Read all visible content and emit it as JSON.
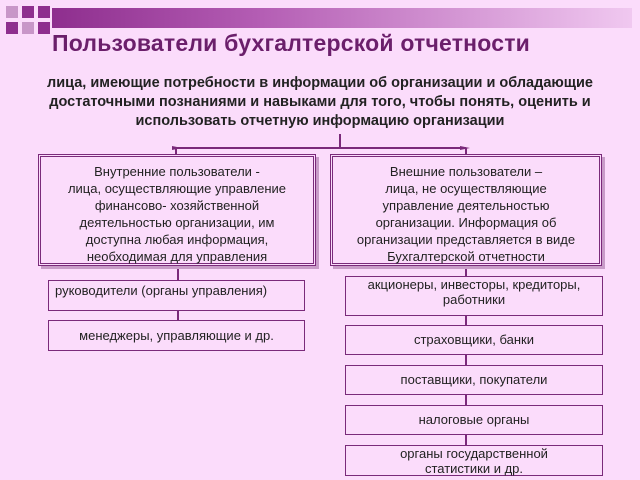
{
  "title": "Пользователи бухгалтерской отчетности",
  "subtitle": "лица, имеющие потребности в информации об организации  и обладающие достаточными познаниями и навыками для того, чтобы понять, оценить и использовать отчетную информацию организации",
  "internal": {
    "lines": [
      "Внутренние пользователи -",
      "лица, осуществляющие управление",
      "финансово- хозяйственной",
      "деятельностью организации, им",
      "доступна любая информация,",
      "необходимая для управления"
    ],
    "items": [
      "руководители (органы управления)",
      "менеджеры, управляющие и др."
    ]
  },
  "external": {
    "lines": [
      "Внешние пользователи –",
      "лица, не осуществляющие",
      "управление  деятельностью",
      "организации. Информация об",
      "организации представляется в виде",
      "Бухгалтерской отчетности"
    ],
    "items": [
      "акционеры, инвесторы, кредиторы, работники",
      "страховщики, банки",
      "поставщики, покупатели",
      "налоговые органы",
      "органы государственной статистики  и др."
    ]
  },
  "colors": {
    "background": "#fbdcfb",
    "accent": "#7a2a7a",
    "title": "#6b1f6b"
  }
}
